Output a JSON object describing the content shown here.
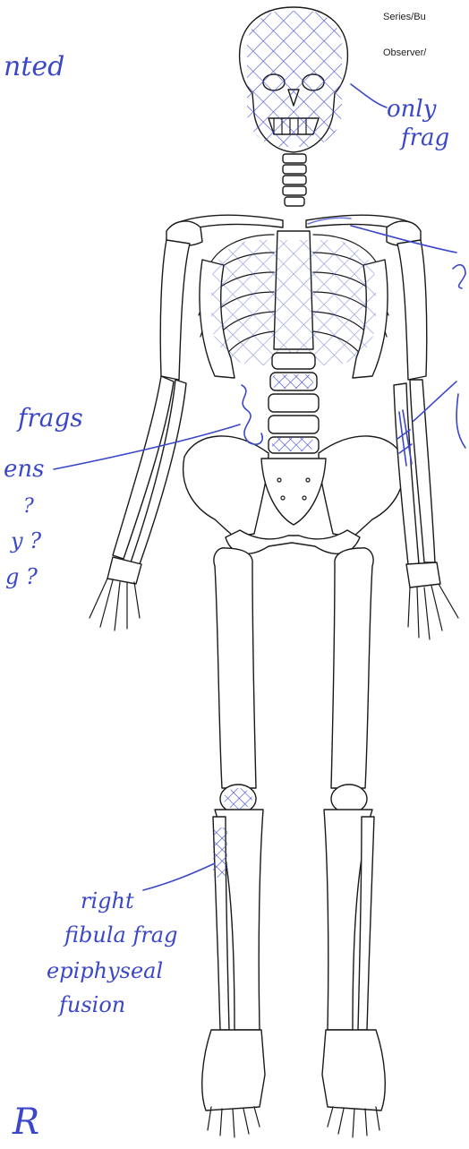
{
  "form": {
    "series_label": "Series/Bu",
    "observer_label": "Observer/"
  },
  "annotations": {
    "top_left": "nted",
    "skull_line1": "only",
    "skull_line2": "frag",
    "arm_frags": "frags",
    "list_line1": "ens",
    "list_line2": "?",
    "list_line3": "y ?",
    "list_line4": "g ?",
    "fibula_line1": "right",
    "fibula_line2": "fibula frag",
    "fibula_line3": "epiphyseal",
    "fibula_line4": "fusion",
    "side_marker": "R"
  },
  "colors": {
    "ink": "#3b47c9",
    "line_art": "#1a1a1a",
    "paper": "#ffffff"
  }
}
